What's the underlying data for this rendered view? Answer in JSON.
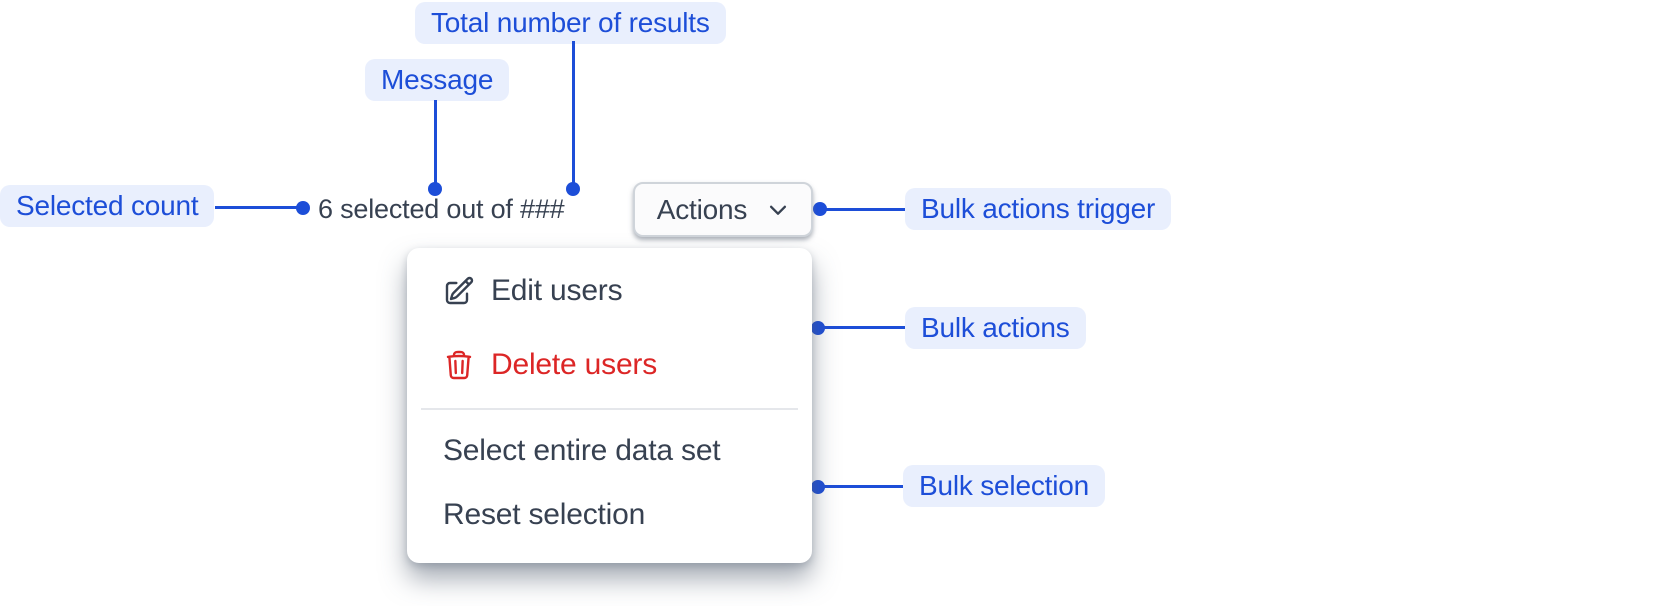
{
  "colors": {
    "accent_blue": "#1d4ed8",
    "callout_bg": "#e9effd",
    "text_dark": "#374151",
    "danger_red": "#dc2626",
    "divider_gray": "#e5e7eb",
    "button_border": "#cfd4da"
  },
  "annotations": {
    "total_results": {
      "label": "Total number of results"
    },
    "message": {
      "label": "Message"
    },
    "selected_count": {
      "label": "Selected count"
    },
    "bulk_actions_trigger": {
      "label": "Bulk actions trigger"
    },
    "bulk_actions": {
      "label": "Bulk actions"
    },
    "bulk_selection": {
      "label": "Bulk selection"
    }
  },
  "selection_bar": {
    "message": "6 selected out of ###",
    "selected_count": "6",
    "total_placeholder": "###",
    "actions_button": {
      "label": "Actions",
      "icon": "chevron-down"
    }
  },
  "menu": {
    "items": [
      {
        "label": "Edit users",
        "icon": "pencil-square",
        "variant": "default"
      },
      {
        "label": "Delete users",
        "icon": "trash",
        "variant": "danger"
      },
      {
        "label": "Select entire data set",
        "variant": "default"
      },
      {
        "label": "Reset selection",
        "variant": "default"
      }
    ]
  }
}
